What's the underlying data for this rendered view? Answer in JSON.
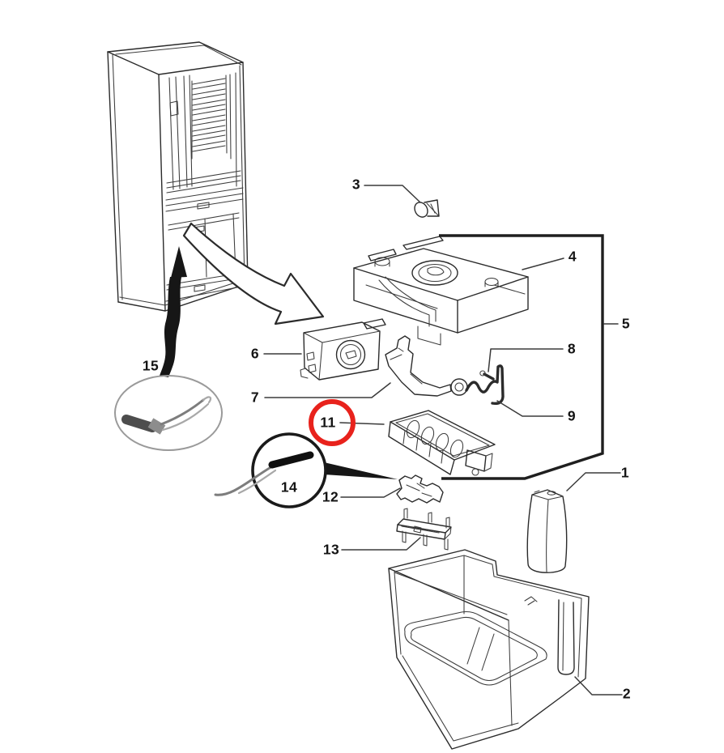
{
  "diagram": {
    "kind": "exploded-parts-diagram",
    "background": "#ffffff",
    "line_color": "#2b2b2b"
  },
  "colors": {
    "highlight_circle": "#e8221c",
    "detail_circle": "#1a1a1a",
    "detail_ellipse": "#9a9a9a",
    "label_text": "#141414"
  },
  "parts": [
    {
      "id": "1"
    },
    {
      "id": "2"
    },
    {
      "id": "3"
    },
    {
      "id": "4"
    },
    {
      "id": "5"
    },
    {
      "id": "6"
    },
    {
      "id": "7"
    },
    {
      "id": "8"
    },
    {
      "id": "9"
    },
    {
      "id": "11"
    },
    {
      "id": "12"
    },
    {
      "id": "13"
    },
    {
      "id": "14"
    },
    {
      "id": "15"
    }
  ],
  "callouts": {
    "highlighted_part": "11",
    "magnified_part": "14",
    "ellipse_detail_part": "15"
  }
}
